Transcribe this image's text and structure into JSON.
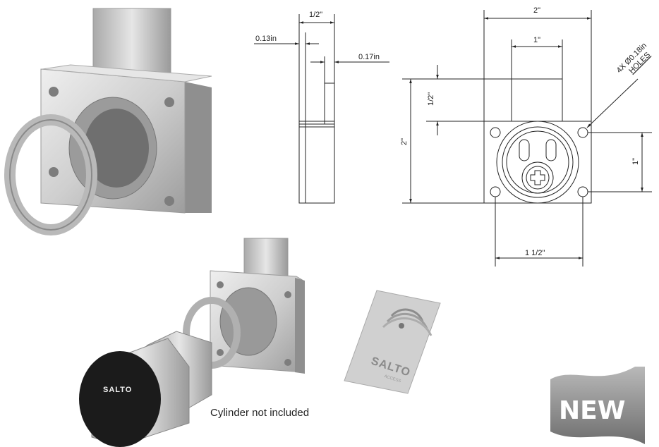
{
  "side_view": {
    "dim_width": "1/2\"",
    "dim_plate": "0.13in",
    "dim_bolt": "0.17in"
  },
  "front_view": {
    "dim_width": "2\"",
    "dim_bolt_width": "1\"",
    "dim_bolt_height": "1/2\"",
    "dim_height": "2\"",
    "dim_hole_vertical": "1\"",
    "dim_hole_horizontal": "1 1/2\"",
    "holes_note_line1": "4X Ø0.18in",
    "holes_note_line2": "HOLES"
  },
  "cylinder": {
    "brand": "SALTO"
  },
  "card": {
    "brand": "SALTO",
    "tagline": "ACCESS"
  },
  "caption": "Cylinder not included",
  "badge": {
    "label": "NEW"
  },
  "colors": {
    "metal_light": "#d9d9d9",
    "metal_mid": "#b7b7b7",
    "metal_dark": "#8a8a8a",
    "cylinder_black": "#1b1b1b",
    "badge_grey": "#8c8c8c"
  }
}
